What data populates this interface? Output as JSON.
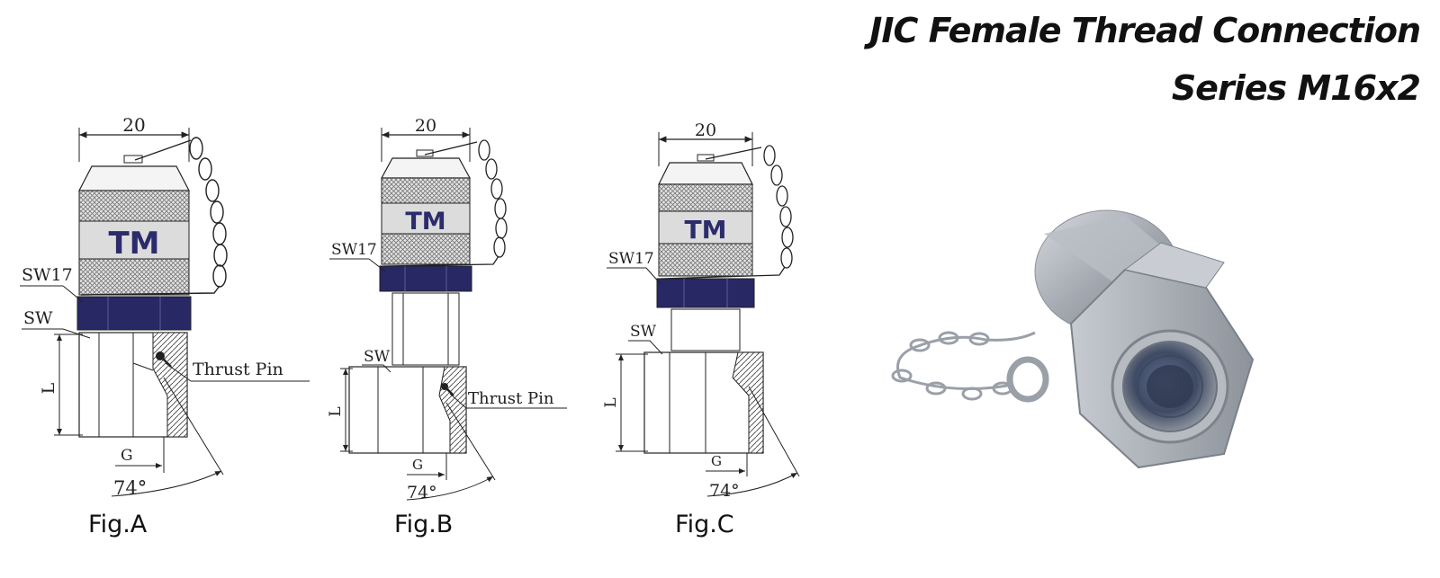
{
  "header": {
    "title_line1": "JIC Female Thread Connection",
    "title_line2": "Series M16x2"
  },
  "brand": "TM",
  "colors": {
    "nut_blue": "#272864",
    "logo_blue": "#2c2c6c",
    "line": "#222222",
    "knurl": "#9a9a9a",
    "band": "#dcdcdc"
  },
  "figures": [
    {
      "caption": "Fig.A",
      "width_dim": "20",
      "sw17": "SW17",
      "sw": "SW",
      "length": "L",
      "thread": "G",
      "angle": "74°",
      "pin_label": "Thrust Pin"
    },
    {
      "caption": "Fig.B",
      "width_dim": "20",
      "sw17": "SW17",
      "sw": "SW",
      "length": "L",
      "thread": "G",
      "angle": "74°",
      "pin_label": "Thrust Pin"
    },
    {
      "caption": "Fig.C",
      "width_dim": "20",
      "sw17": "SW17",
      "sw": "SW",
      "length": "L",
      "thread": "G",
      "angle": "74°"
    }
  ]
}
